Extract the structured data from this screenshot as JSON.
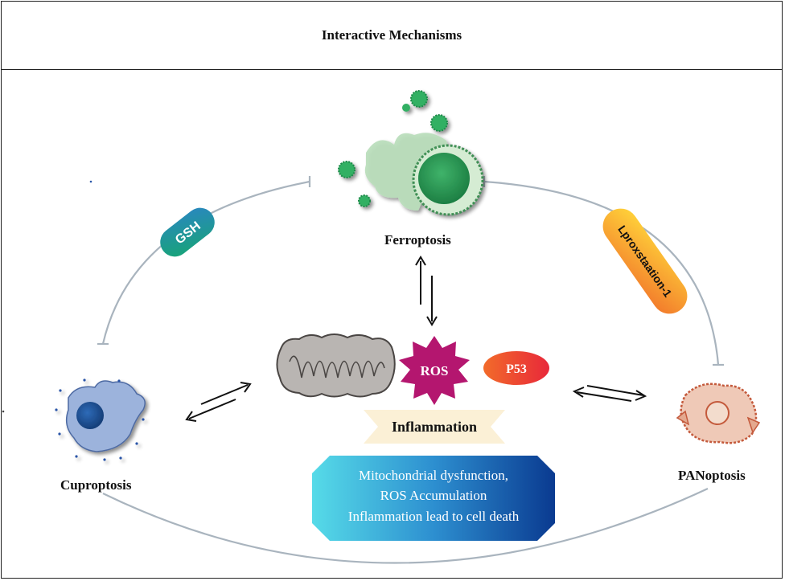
{
  "title": "Interactive Mechanisms",
  "nodes": {
    "ferroptosis": "Ferroptosis",
    "cuproptosis": "Cuproptosis",
    "panoptosis": "PANoptosis"
  },
  "inhibitors": {
    "gsh": "GSH",
    "liproxstatin": "Lproxstaation-1"
  },
  "center": {
    "ros": "ROS",
    "p53": "P53",
    "inflammation": "Inflammation"
  },
  "summary": {
    "line1": "Mitochondrial dysfunction,",
    "line2": "ROS Accumulation",
    "line3": "Inflammation lead to cell death"
  },
  "colors": {
    "ferroptosis_green": "#2e9a55",
    "cuproptosis_blue": "#5b86c6",
    "panoptosis_orange": "#d9826a",
    "ros_magenta": "#b4166f",
    "p53_red": "#ea4b2c",
    "gsh_teal": "#1f9c8a",
    "liproxstatin_orange": "#f7b130",
    "summary_gradient_start": "#4fd6e6",
    "summary_gradient_end": "#0b3f94",
    "arc_gray": "#a9b4be"
  }
}
